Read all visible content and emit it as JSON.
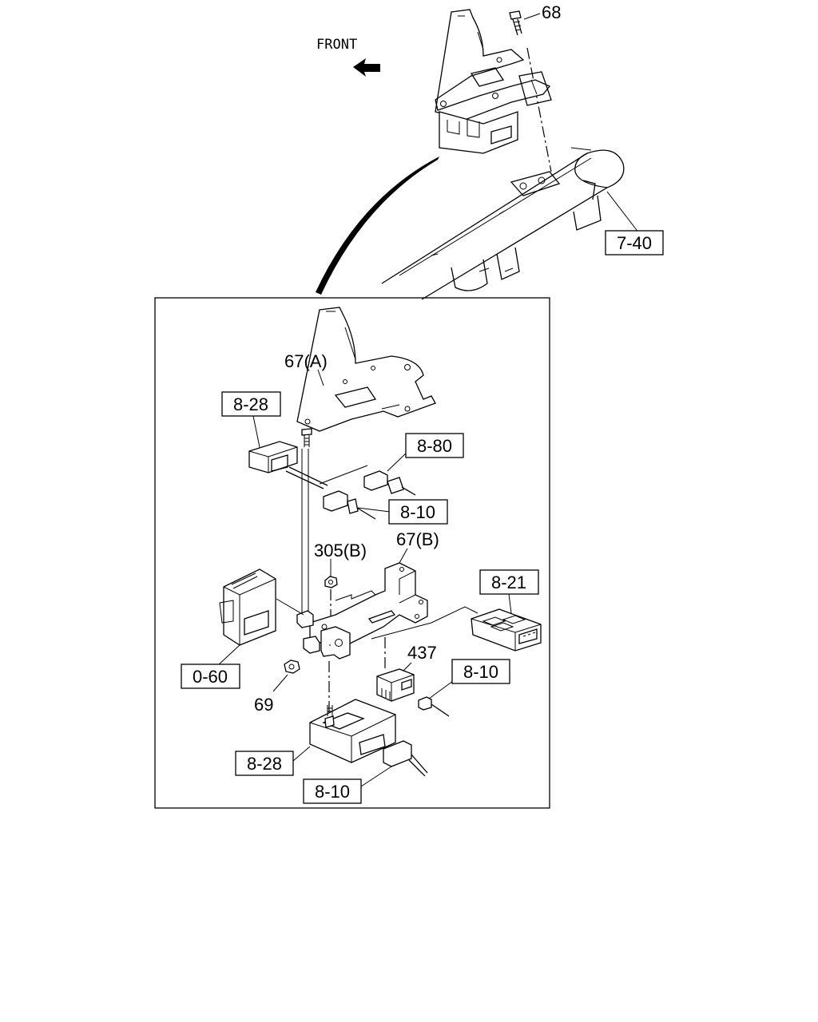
{
  "direction_label": "FRONT",
  "callouts": {
    "c68": "68",
    "c67a": "67(A)",
    "c305b": "305(B)",
    "c67b": "67(B)",
    "c437": "437",
    "c69": "69"
  },
  "ref_boxes": {
    "r740": "7-40",
    "r828_top": "8-28",
    "r880": "8-80",
    "r810_a": "8-10",
    "r821": "8-21",
    "r060": "0-60",
    "r810_b": "8-10",
    "r828_bottom": "8-28",
    "r810_c": "8-10"
  },
  "icons": {
    "arrow": "front-arrow-icon"
  }
}
